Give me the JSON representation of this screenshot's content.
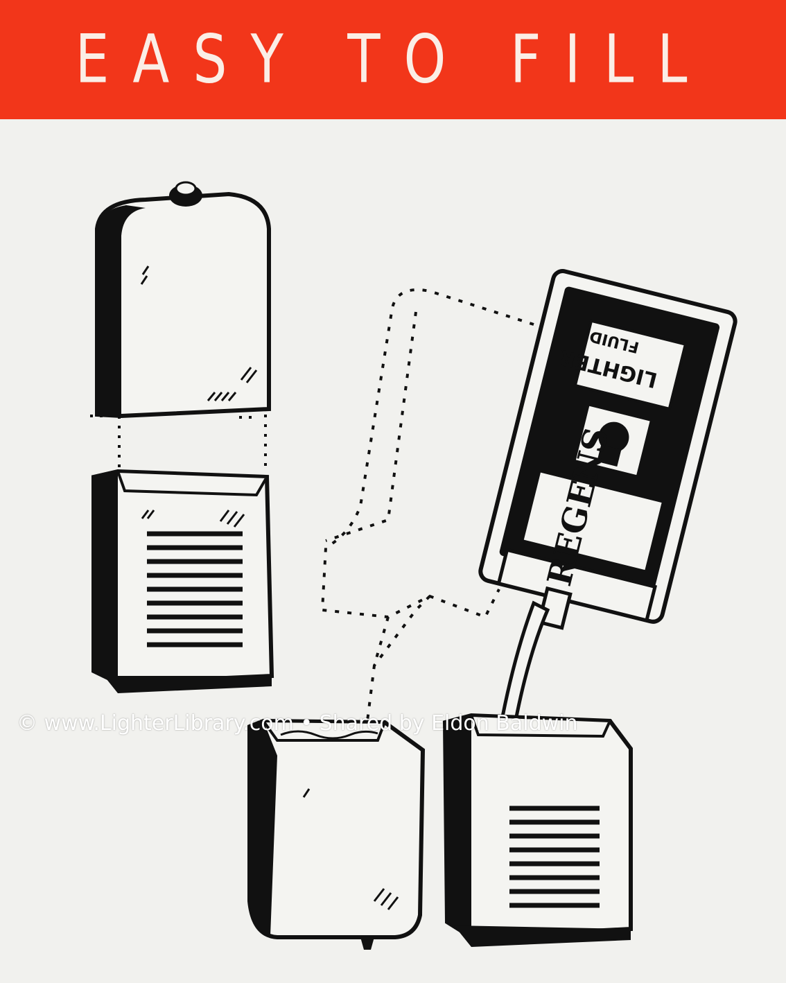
{
  "banner": {
    "title": "EASY TO FILL",
    "color": "#f2361a"
  },
  "can_label": {
    "brand": "REGENS",
    "line1": "LIGHTER",
    "line2": "FLUID"
  },
  "watermark": {
    "text": "© www.LighterLibrary.com • Shared by Eldon Baldwin"
  },
  "icons": [
    "lighter-top-icon",
    "lighter-insert-icon",
    "lighter-case-empty-icon",
    "lighter-case-filled-icon",
    "fluid-can-icon",
    "lion-emblem-icon"
  ]
}
